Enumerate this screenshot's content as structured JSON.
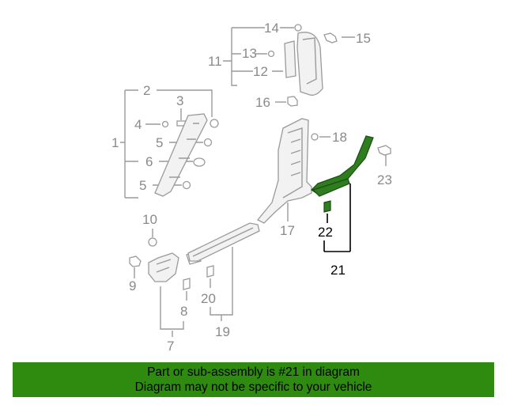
{
  "callouts": {
    "c1": "1",
    "c2": "2",
    "c3": "3",
    "c4": "4",
    "c5a": "5",
    "c5b": "5",
    "c6": "6",
    "c7": "7",
    "c8": "8",
    "c9": "9",
    "c10": "10",
    "c11": "11",
    "c12": "12",
    "c13": "13",
    "c14": "14",
    "c15": "15",
    "c16": "16",
    "c17": "17",
    "c18": "18",
    "c19": "19",
    "c20": "20",
    "c21": "21",
    "c22": "22",
    "c23": "23"
  },
  "highlight": {
    "part_number": "21",
    "color": "#2e7d1f"
  },
  "banner": {
    "line1": "Part or sub-assembly is #21 in diagram",
    "line2": "Diagram may not be specific to your vehicle",
    "color": "#2e8b10"
  }
}
